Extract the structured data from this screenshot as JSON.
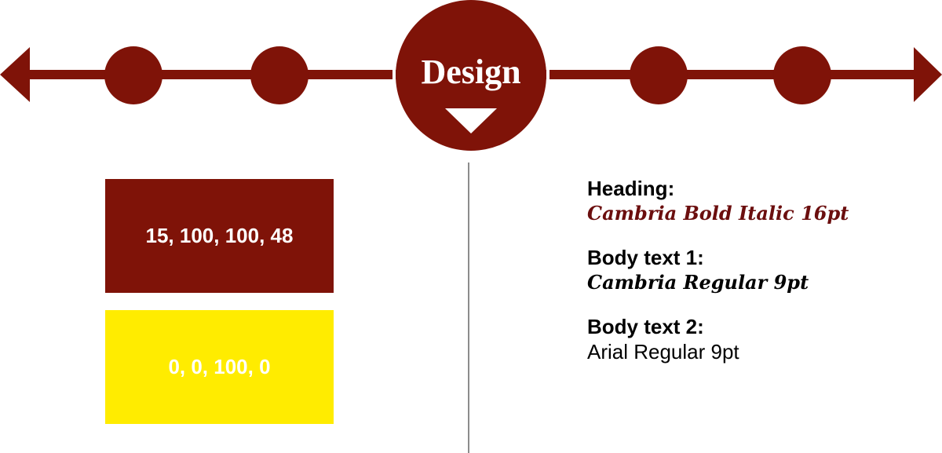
{
  "colors": {
    "brand": "#7f1308",
    "accent": "#ffec00",
    "text": "#000000",
    "heading_value": "#6b0e0e",
    "divider": "#8c8c8c"
  },
  "timeline": {
    "current_stage": "Design",
    "icons": {
      "left": "arrow-left-icon",
      "right": "arrow-right-icon",
      "current": "triangle-down-icon"
    }
  },
  "swatches": [
    {
      "label": "15, 100, 100, 48",
      "color": "#7f1308"
    },
    {
      "label": "0, 0, 100, 0",
      "color": "#ffec00"
    }
  ],
  "typography": [
    {
      "label": "Heading:",
      "value": "Cambria Bold Italic 16pt"
    },
    {
      "label": "Body text 1:",
      "value": "Cambria Regular 9pt"
    },
    {
      "label": "Body text 2:",
      "value": "Arial Regular 9pt"
    }
  ]
}
